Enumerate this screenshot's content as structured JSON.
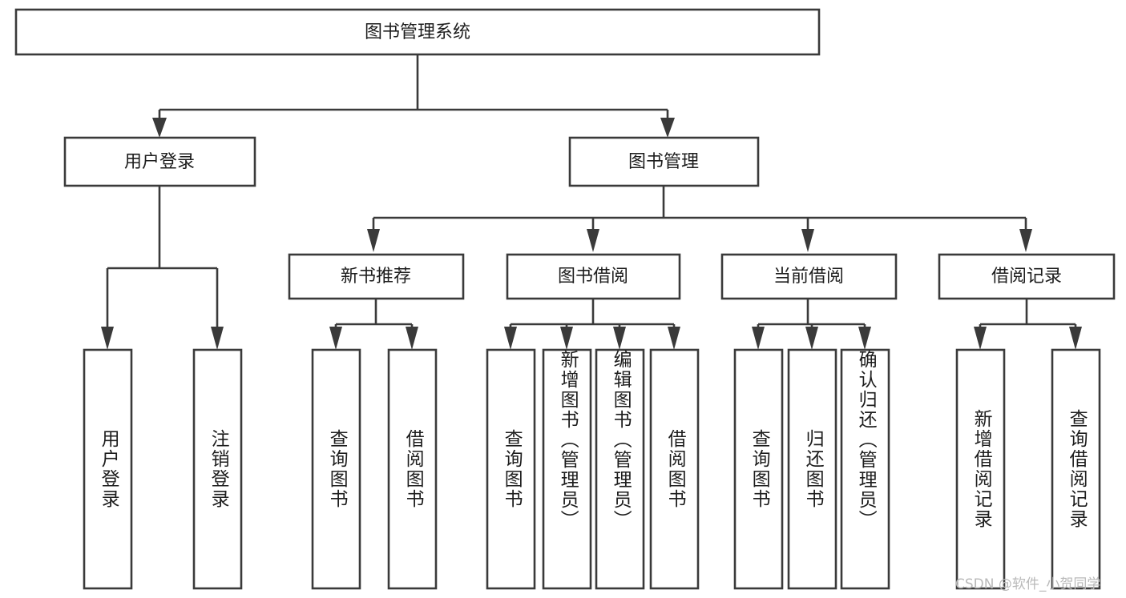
{
  "diagram": {
    "title": "图书管理系统",
    "type": "tree-hierarchy",
    "root": {
      "label": "图书管理系统"
    },
    "level2": [
      {
        "id": "user-login",
        "label": "用户登录"
      },
      {
        "id": "book-management",
        "label": "图书管理"
      }
    ],
    "level3": [
      {
        "id": "new-book-recommend",
        "label": "新书推荐",
        "parent": "book-management"
      },
      {
        "id": "book-borrow",
        "label": "图书借阅",
        "parent": "book-management"
      },
      {
        "id": "current-borrow",
        "label": "当前借阅",
        "parent": "book-management"
      },
      {
        "id": "borrow-record",
        "label": "借阅记录",
        "parent": "book-management"
      }
    ],
    "leaves": {
      "user-login": [
        {
          "id": "leaf-user-login",
          "label": "用户登录"
        },
        {
          "id": "leaf-logout-login",
          "label": "注销登录"
        }
      ],
      "new-book-recommend": [
        {
          "id": "leaf-query-book-1",
          "label": "查询图书"
        },
        {
          "id": "leaf-borrow-book-1",
          "label": "借阅图书"
        }
      ],
      "book-borrow": [
        {
          "id": "leaf-query-book-2",
          "label": "查询图书"
        },
        {
          "id": "leaf-add-book",
          "label": "新增图书（管理员）"
        },
        {
          "id": "leaf-edit-book",
          "label": "编辑图书（管理员）"
        },
        {
          "id": "leaf-borrow-book-2",
          "label": "借阅图书"
        }
      ],
      "current-borrow": [
        {
          "id": "leaf-query-book-3",
          "label": "查询图书"
        },
        {
          "id": "leaf-return-book",
          "label": "归还图书"
        },
        {
          "id": "leaf-confirm-return",
          "label": "确认归还（管理员）"
        }
      ],
      "borrow-record": [
        {
          "id": "leaf-add-record",
          "label": "新增借阅记录"
        },
        {
          "id": "leaf-query-record",
          "label": "查询借阅记录"
        }
      ]
    },
    "colors": {
      "stroke": "#3a3a3a",
      "fill": "#ffffff",
      "text": "#1d1d1d",
      "watermark": "#b9b9b9",
      "background": "#ffffff"
    }
  },
  "watermark": {
    "text": "CSDN @软件_小贺同学"
  }
}
